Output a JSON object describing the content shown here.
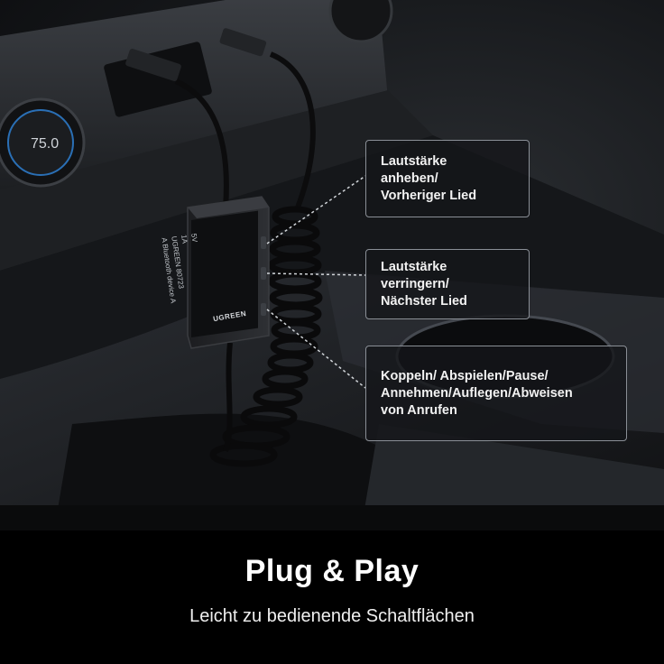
{
  "callouts": [
    {
      "lines": [
        "Lautstärke",
        "anheben/",
        "Vorheriger Lied"
      ]
    },
    {
      "lines": [
        "Lautstärke",
        "verringern/",
        "Nächster Lied"
      ]
    },
    {
      "lines": [
        "Koppeln/ Abspielen/Pause/",
        "Annehmen/Auflegen/Abweisen",
        "von Anrufen"
      ]
    }
  ],
  "device": {
    "brand": "UGREEN",
    "label_lines": [
      "5V",
      "1A",
      "UGREEN 80723",
      "A Bluetooth device A"
    ]
  },
  "footer": {
    "headline": "Plug & Play",
    "subline": "Leicht zu bedienende Schaltflächen"
  },
  "colors": {
    "background": "#000000",
    "callout_border": "#8a8f96",
    "text": "#ffffff"
  }
}
